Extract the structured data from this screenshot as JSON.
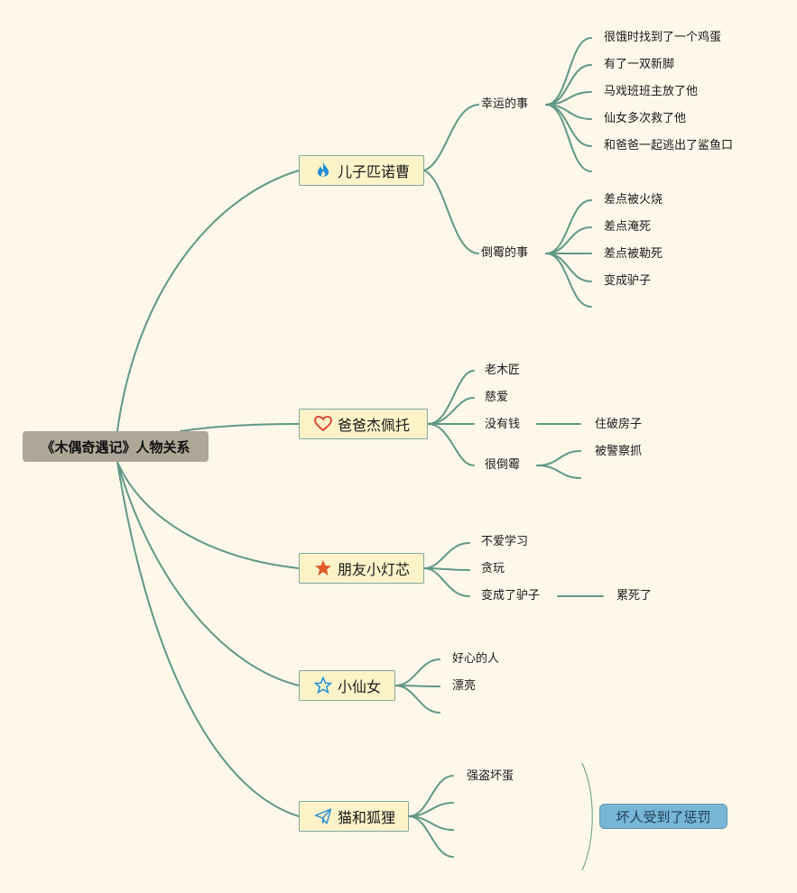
{
  "root": "《木偶奇遇记》人物关系",
  "colors": {
    "line": "#5f9985",
    "root_bg": "#aea797",
    "branch_bg": "#fdf3c9",
    "summary_bg": "#77b6d6"
  },
  "branches": [
    {
      "label": "儿子匹诺曹",
      "icon": "flame-icon",
      "groups": [
        {
          "label": "幸运的事",
          "items": [
            "很饿时找到了一个鸡蛋",
            "有了一双新脚",
            "马戏班班主放了他",
            "仙女多次救了他",
            "和爸爸一起逃出了鲨鱼口"
          ]
        },
        {
          "label": "倒霉的事",
          "items": [
            "差点被火烧",
            "差点淹死",
            "差点被勒死",
            "变成驴子"
          ]
        }
      ]
    },
    {
      "label": "爸爸杰佩托",
      "icon": "heart-icon",
      "items": [
        "老木匠",
        "慈爱",
        "没有钱",
        "很倒霉"
      ],
      "sub": {
        "没有钱": "住破房子",
        "很倒霉": "被警察抓"
      }
    },
    {
      "label": "朋友小灯芯",
      "icon": "star-filled-icon",
      "items": [
        "不爱学习",
        "贪玩",
        "变成了驴子"
      ],
      "sub": {
        "变成了驴子": "累死了"
      }
    },
    {
      "label": "小仙女",
      "icon": "star-outline-icon",
      "items": [
        "好心的人",
        "漂亮"
      ]
    },
    {
      "label": "猫和狐狸",
      "icon": "paper-plane-icon",
      "items": [
        "强盗坏蛋"
      ]
    }
  ],
  "summary": "坏人受到了惩罚"
}
